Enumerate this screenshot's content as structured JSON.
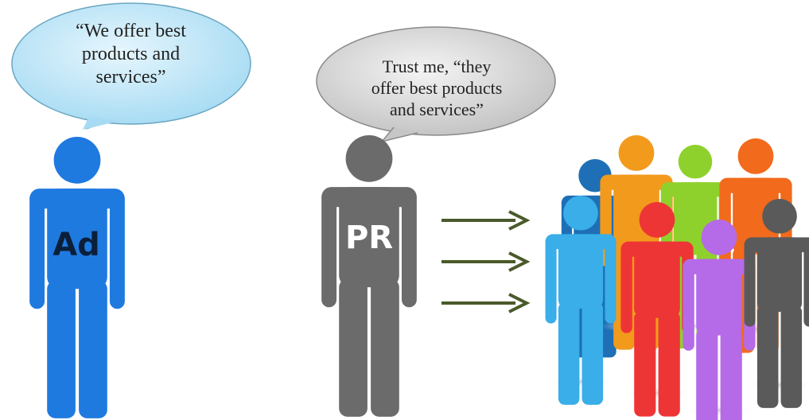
{
  "ad": {
    "quote": "“We offer best\nproducts and\nservices”",
    "label": "Ad",
    "color": "#1f7ae0"
  },
  "pr": {
    "quote": "Trust me, “they\noffer best products\nand services”",
    "label": "PR",
    "color": "#6b6b6b"
  },
  "arrow_count": 3,
  "arrow_color": "#4a5a2a",
  "crowd_colors": [
    "#1e6fb5",
    "#f29a1c",
    "#8fd12c",
    "#f26a1b",
    "#39aee8",
    "#ee3535",
    "#b56be8",
    "#5a5a5a"
  ],
  "bubble_colors": {
    "ad": "#bfe6f7",
    "pr": "#d9d9d9"
  }
}
